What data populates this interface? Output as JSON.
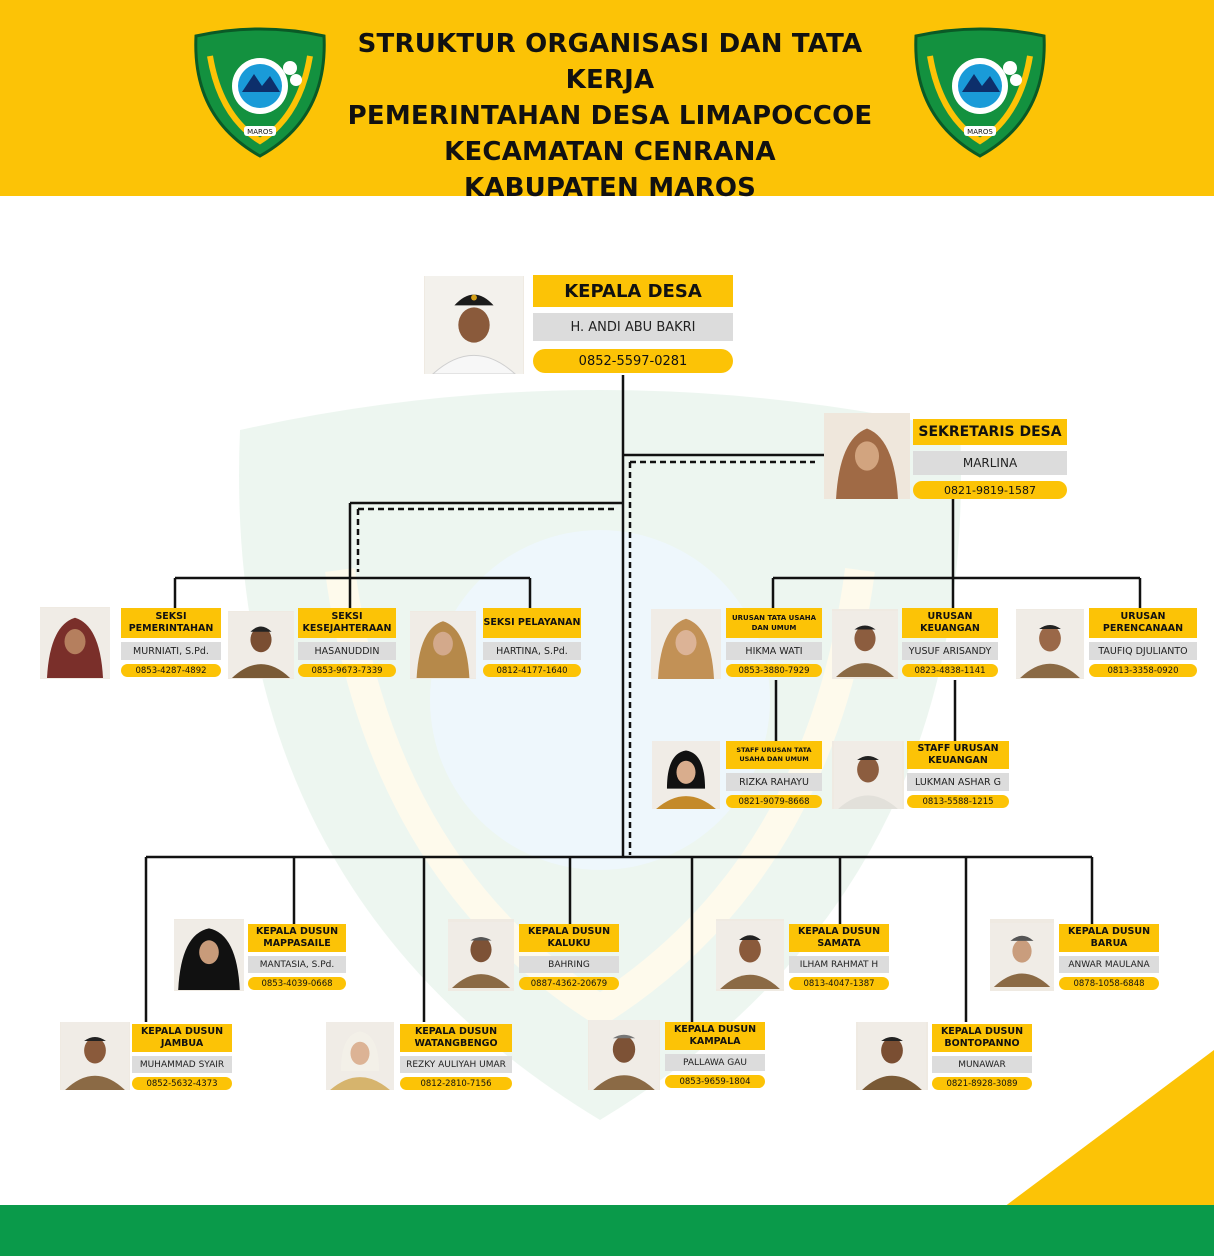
{
  "header": {
    "title_lines": [
      "STRUKTUR ORGANISASI DAN TATA KERJA",
      "PEMERINTAHAN DESA LIMAPOCCOE",
      "KECAMATAN CENRANA",
      "KABUPATEN MAROS"
    ],
    "logo_text": "MAROS"
  },
  "colors": {
    "accent": "#fcc306",
    "green": "#0a9a4a",
    "name_bg": "#dcdcdc"
  },
  "kepala_desa": {
    "role": "KEPALA DESA",
    "name": "H. ANDI ABU BAKRI",
    "phone": "0852-5597-0281"
  },
  "sekretaris": {
    "role": "SEKRETARIS DESA",
    "name": "MARLINA",
    "phone": "0821-9819-1587"
  },
  "seksi": [
    {
      "role": "SEKSI PEMERINTAHAN",
      "name": "MURNIATI, S.Pd.",
      "phone": "0853-4287-4892"
    },
    {
      "role": "SEKSI KESEJAHTERAAN",
      "name": "HASANUDDIN",
      "phone": "0853-9673-7339"
    },
    {
      "role": "SEKSI PELAYANAN",
      "name": "HARTINA, S.Pd.",
      "phone": "0812-4177-1640"
    }
  ],
  "urusan": [
    {
      "role": "URUSAN TATA USAHA DAN UMUM",
      "name": "HIKMA WATI",
      "phone": "0853-3880-7929"
    },
    {
      "role": "URUSAN KEUANGAN",
      "name": "YUSUF ARISANDY",
      "phone": "0823-4838-1141"
    },
    {
      "role": "URUSAN PERENCANAAN",
      "name": "TAUFIQ DJULIANTO",
      "phone": "0813-3358-0920"
    }
  ],
  "staff": [
    {
      "role": "STAFF URUSAN TATA USAHA DAN UMUM",
      "name": "RIZKA RAHAYU",
      "phone": "0821-9079-8668"
    },
    {
      "role": "STAFF URUSAN KEUANGAN",
      "name": "LUKMAN ASHAR G",
      "phone": "0813-5588-1215"
    }
  ],
  "dusun_upper": [
    {
      "role": "KEPALA DUSUN MAPPASAILE",
      "name": "MANTASIA, S.Pd.",
      "phone": "0853-4039-0668"
    },
    {
      "role": "KEPALA DUSUN KALUKU",
      "name": "BAHRING",
      "phone": "0887-4362-20679"
    },
    {
      "role": "KEPALA DUSUN SAMATA",
      "name": "ILHAM RAHMAT H",
      "phone": "0813-4047-1387"
    },
    {
      "role": "KEPALA DUSUN BARUA",
      "name": "ANWAR MAULANA",
      "phone": "0878-1058-6848"
    }
  ],
  "dusun_lower": [
    {
      "role": "KEPALA DUSUN JAMBUA",
      "name": "MUHAMMAD SYAIR",
      "phone": "0852-5632-4373"
    },
    {
      "role": "KEPALA DUSUN WATANGBENGO",
      "name": "REZKY AULIYAH UMAR",
      "phone": "0812-2810-7156"
    },
    {
      "role": "KEPALA DUSUN KAMPALA",
      "name": "PALLAWA GAU",
      "phone": "0853-9659-1804"
    },
    {
      "role": "KEPALA DUSUN BONTOPANNO",
      "name": "MUNAWAR",
      "phone": "0821-8928-3089"
    }
  ]
}
